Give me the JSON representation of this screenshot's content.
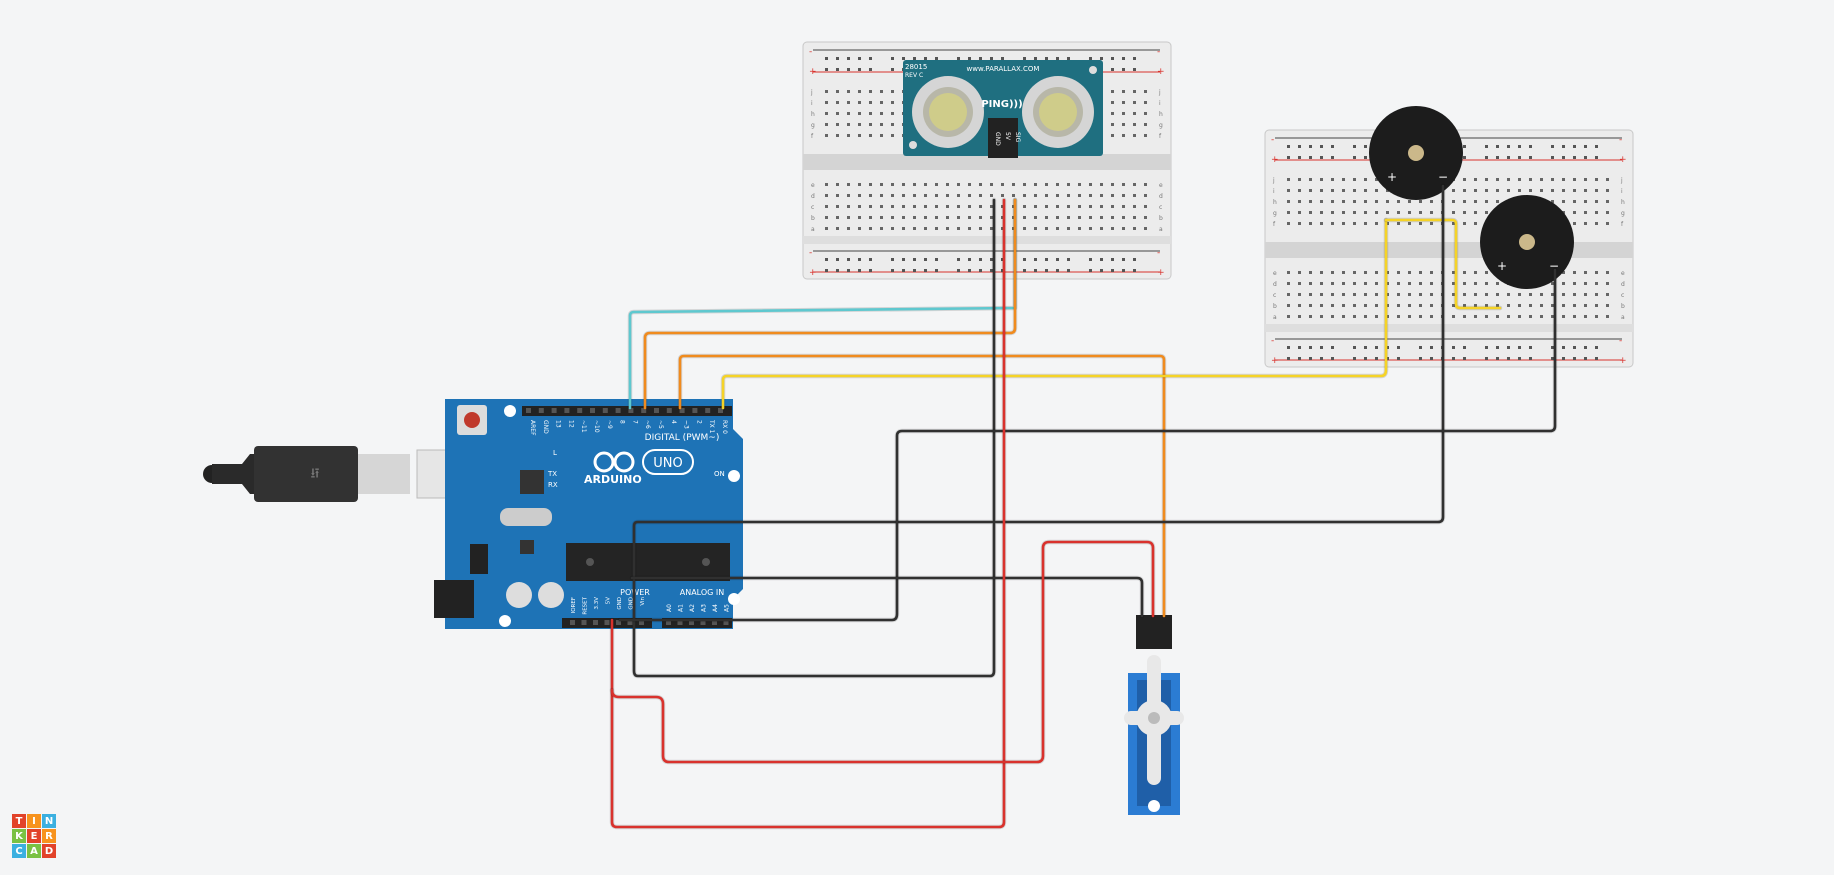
{
  "app": {
    "logo_letters": [
      "T",
      "I",
      "N",
      "K",
      "E",
      "R",
      "C",
      "A",
      "D"
    ],
    "logo_colors": [
      "#e2432a",
      "#f7931e",
      "#3bb0e0",
      "#7ac143",
      "#e2432a",
      "#f7931e",
      "#3bb0e0",
      "#7ac143",
      "#e2432a"
    ]
  },
  "sensor": {
    "maker": "www.PARALLAX.COM",
    "model": "28015",
    "rev": "REV C",
    "brand": "PING)))",
    "pins": [
      "GND",
      "5V",
      "SIG"
    ]
  },
  "arduino": {
    "brand": "ARDUINO",
    "model": "UNO",
    "digital_label": "DIGITAL (PWM~)",
    "power_label": "POWER",
    "analog_label": "ANALOG IN",
    "on_label": "ON",
    "led_l": "L",
    "led_tx": "TX",
    "led_rx": "RX",
    "digital_pins": [
      "AREF",
      "GND",
      "13",
      "12",
      "~11",
      "~10",
      "~9",
      "8",
      "7",
      "~6",
      "~5",
      "4",
      "~3",
      "2",
      "TX 1",
      "RX 0"
    ],
    "power_pins": [
      "IOREF",
      "RESET",
      "3.3V",
      "5V",
      "GND",
      "GND",
      "Vin"
    ],
    "analog_pins": [
      "A0",
      "A1",
      "A2",
      "A3",
      "A4",
      "A5"
    ]
  },
  "breadboard": {
    "row_letters_top": [
      "j",
      "i",
      "h",
      "g",
      "f"
    ],
    "row_letters_bottom": [
      "e",
      "d",
      "c",
      "b",
      "a"
    ],
    "plus": "+",
    "minus": "-"
  },
  "buzzer": {
    "plus": "+",
    "minus": "−"
  },
  "colors": {
    "cyan": "#5ec8cf",
    "orange": "#f08b1e",
    "yellow": "#f5d327",
    "black": "#303030",
    "red": "#d9322d",
    "board": "#1e73b6",
    "servo": "#2b7cd3"
  }
}
